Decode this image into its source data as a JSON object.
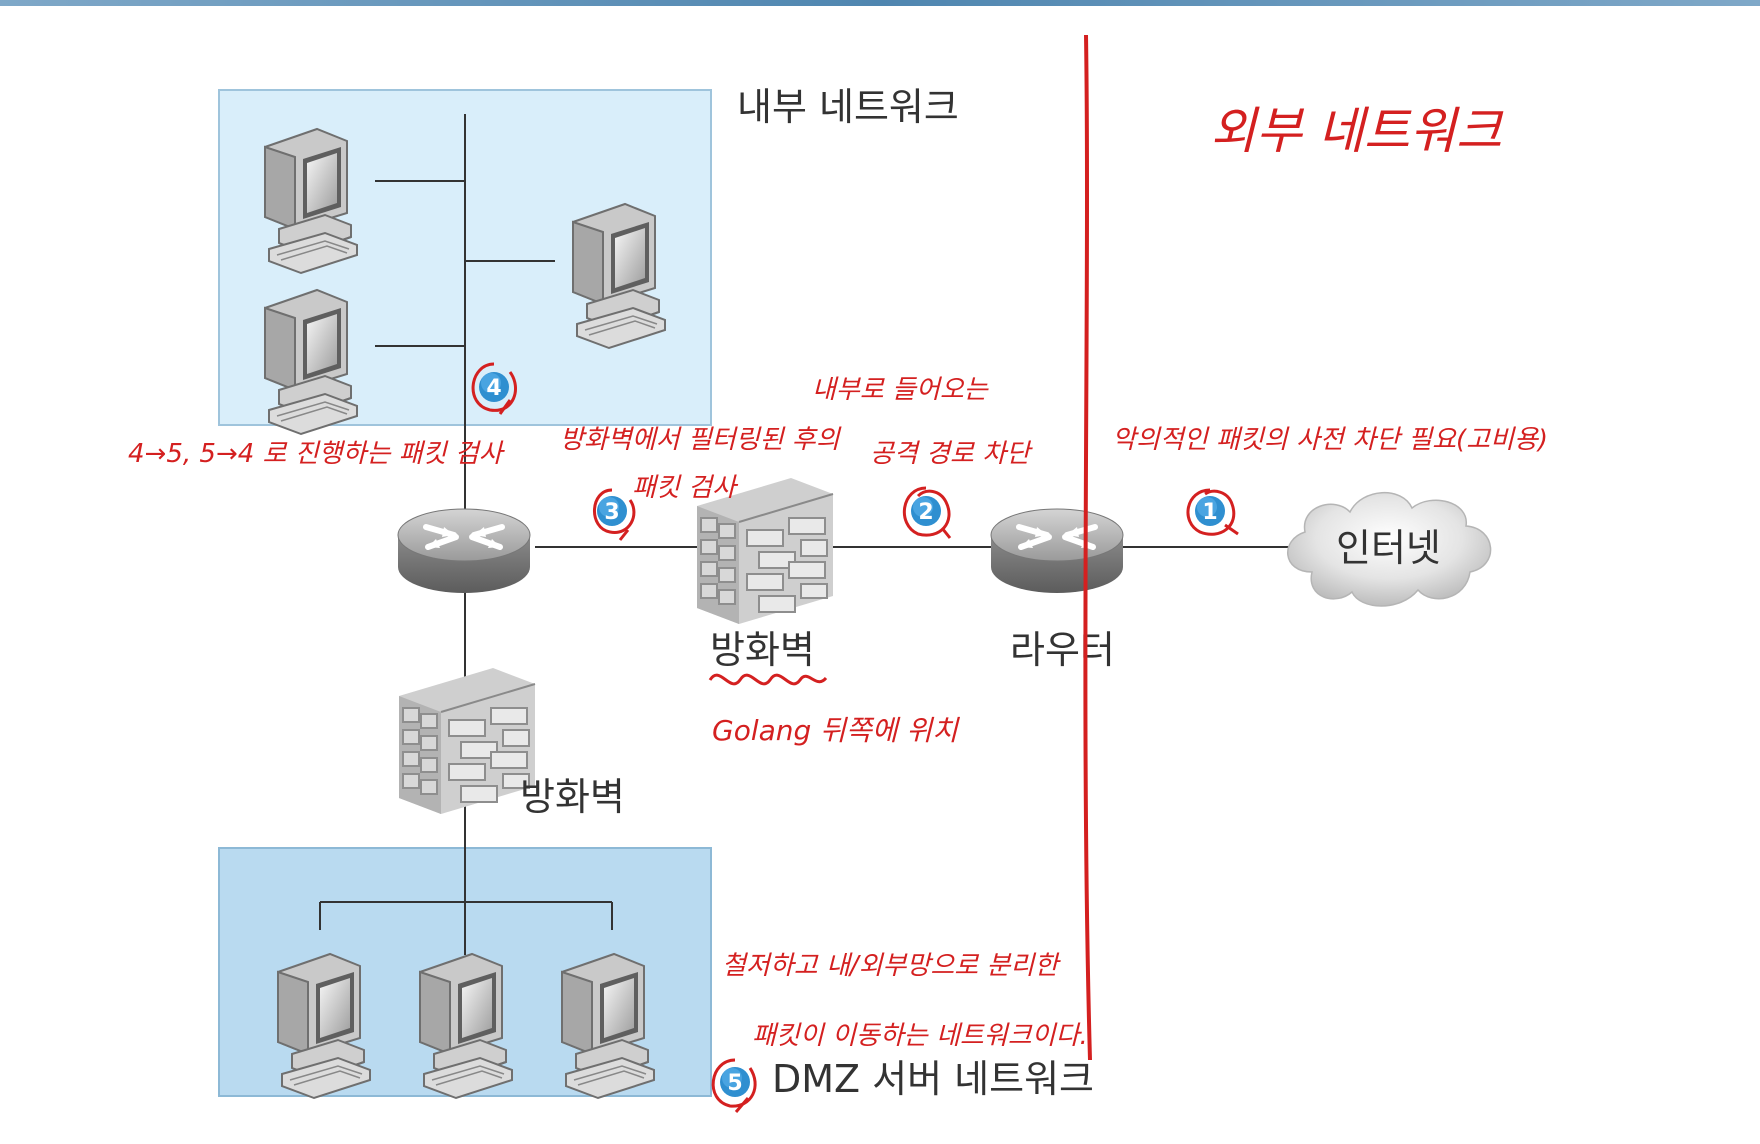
{
  "labels": {
    "internal_network": "내부 네트워크",
    "firewall_1": "방화벽",
    "router": "라우터",
    "internet": "인터넷",
    "firewall_2": "방화벽",
    "dmz_network": "DMZ 서버 네트워크"
  },
  "markers": [
    "1",
    "2",
    "3",
    "4",
    "5"
  ],
  "annotations": {
    "outside_network": "외부 네트워크",
    "note_1": "악의적인 패킷의 사전 차단 필요(고비용)",
    "note_2_line1": "내부로 들어오는",
    "note_2_line2": "공격 경로 차단",
    "note_3_line1": "방화벽에서 필터링된 후의",
    "note_3_line2": "패킷 검사",
    "note_4": "4→5, 5→4 로 진행하는 패킷 검사",
    "firewall_note": "Golang 뒤쪽에 위치",
    "dmz_note_line1": "철저하고 내/외부망으로 분리한",
    "dmz_note_line2": "패킷이 이동하는 네트워크이다."
  },
  "colors": {
    "internal_zone": "#d9eefa",
    "dmz_zone": "#b9daf0",
    "zone_border": "#9fc4dc",
    "annotation": "#d42020",
    "marker": "#2f8fd0"
  },
  "icons": [
    "computer-icon",
    "router-icon",
    "firewall-icon",
    "cloud-icon"
  ]
}
